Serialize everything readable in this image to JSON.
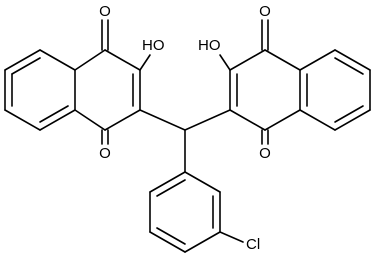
{
  "structure": {
    "atom_labels": {
      "o_top_left": "O",
      "oh_left": "HO",
      "o_bottom_left": "O",
      "oh_right": "HO",
      "o_top_right": "O",
      "o_bottom_right": "O",
      "chlorine": "Cl"
    },
    "colors": {
      "bond": "#000000",
      "label": "#000000",
      "background": "#ffffff"
    }
  }
}
